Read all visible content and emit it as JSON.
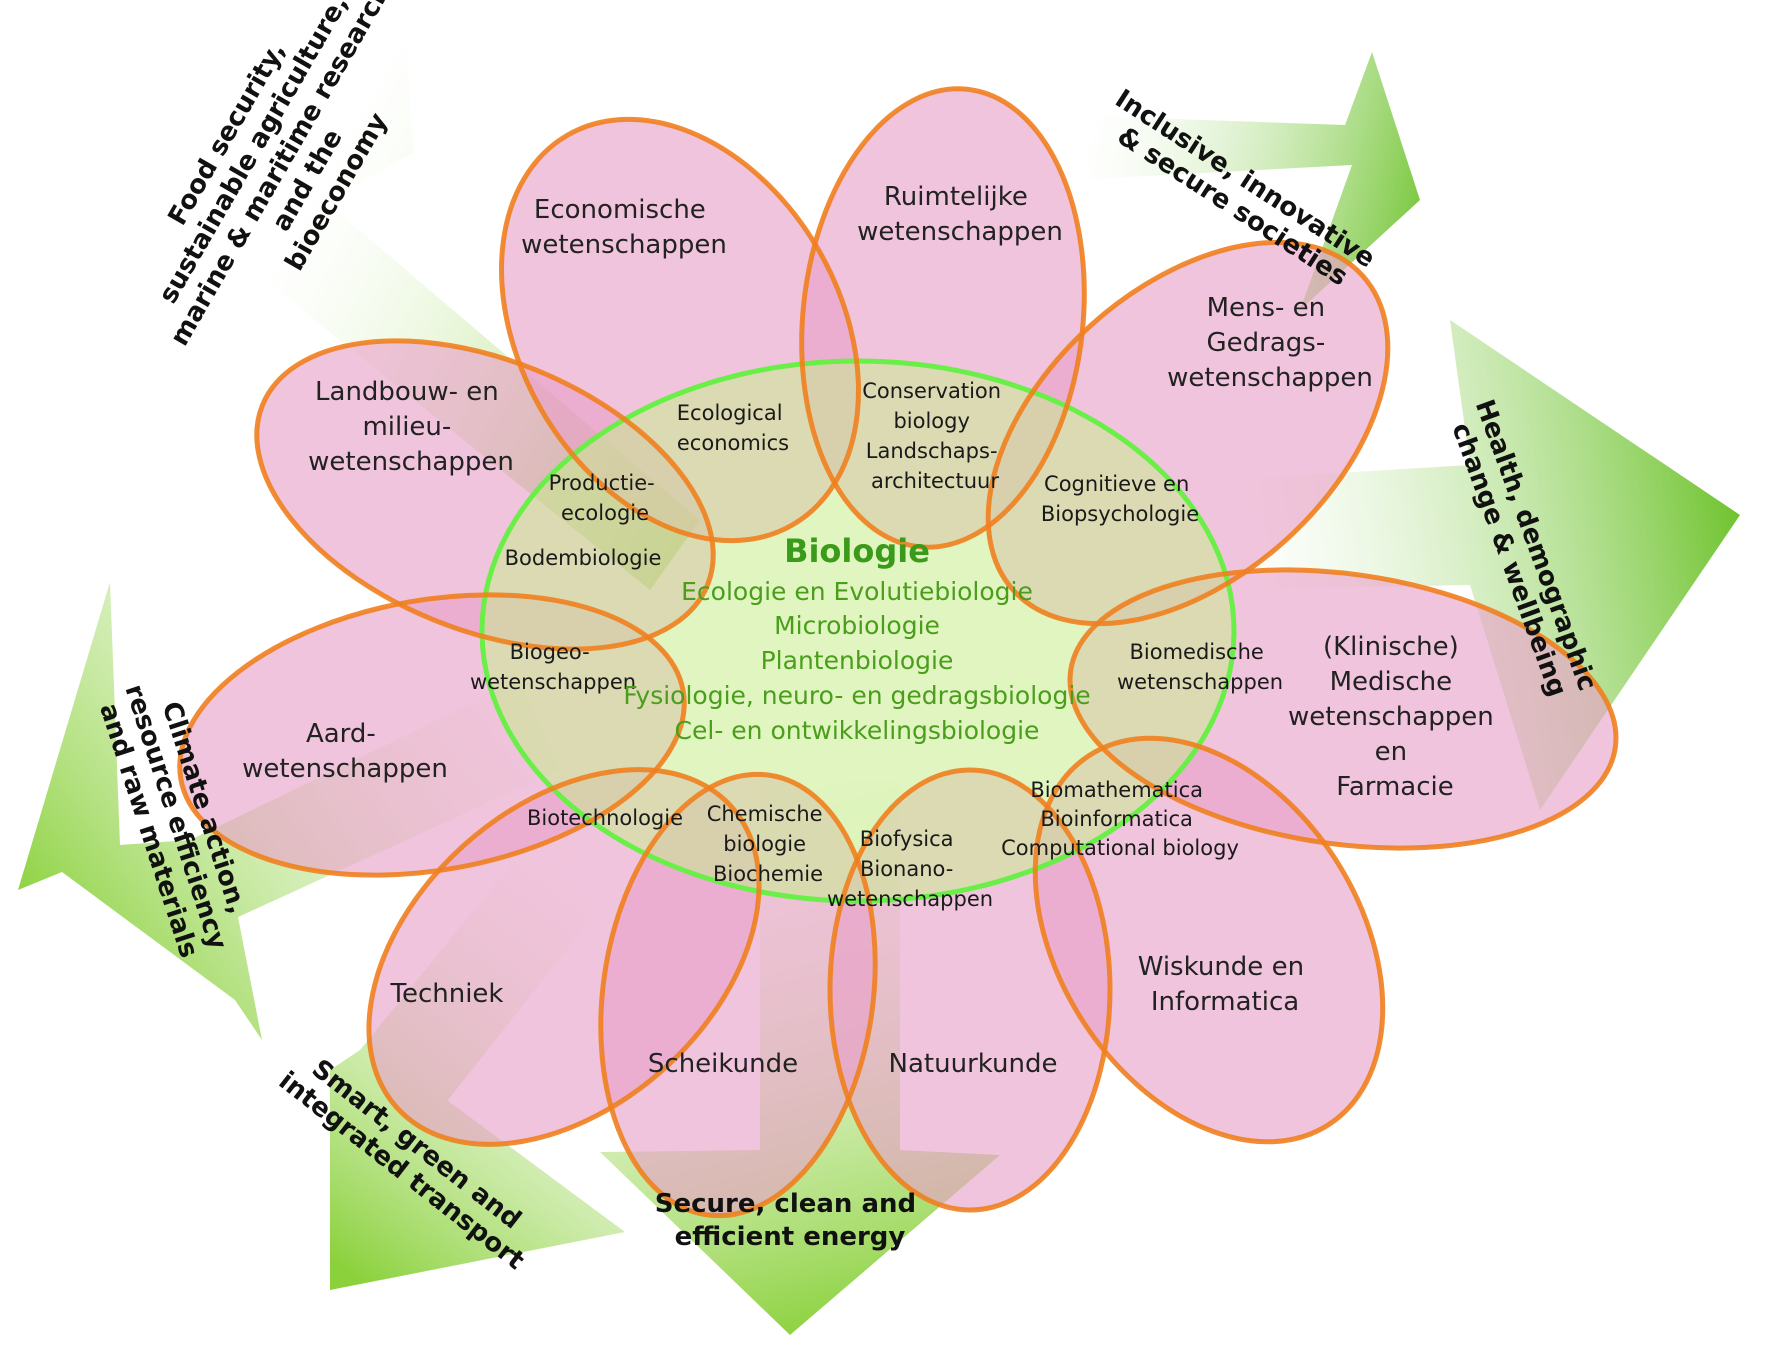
{
  "center": {
    "title": "Biologie",
    "lines": [
      "Ecologie en Evolutiebiologie",
      "Microbiologie",
      "Plantenbiologie",
      "Fysiologie, neuro- en gedragsbiologie",
      "Cel- en ontwikkelingsbiologie"
    ]
  },
  "petals": [
    {
      "id": "economisch",
      "lines": [
        "Economische",
        "wetenschappen"
      ]
    },
    {
      "id": "ruimtelijk",
      "lines": [
        "Ruimtelijke",
        "wetenschappen"
      ]
    },
    {
      "id": "mens",
      "lines": [
        "Mens- en",
        "Gedrags-",
        "wetenschappen"
      ]
    },
    {
      "id": "medisch",
      "lines": [
        "(Klinische)",
        "Medische",
        "wetenschappen",
        "en",
        "Farmacie"
      ]
    },
    {
      "id": "wiskunde",
      "lines": [
        "Wiskunde en",
        "Informatica"
      ]
    },
    {
      "id": "natuurkunde",
      "lines": [
        "Natuurkunde"
      ]
    },
    {
      "id": "scheikunde",
      "lines": [
        "Scheikunde"
      ]
    },
    {
      "id": "techniek",
      "lines": [
        "Techniek"
      ]
    },
    {
      "id": "aard",
      "lines": [
        "Aard-",
        "wetenschappen"
      ]
    },
    {
      "id": "landbouw",
      "lines": [
        "Landbouw- en",
        "milieu-",
        "wetenschappen"
      ]
    }
  ],
  "overlaps": [
    {
      "id": "ecological-economics",
      "lines": [
        "Ecological",
        "economics"
      ]
    },
    {
      "id": "conservation",
      "lines": [
        "Conservation",
        "biology",
        "Landschaps-",
        "architectuur"
      ]
    },
    {
      "id": "cognitieve",
      "lines": [
        "Cognitieve en",
        "Biopsychologie"
      ]
    },
    {
      "id": "productie",
      "lines": [
        "Productie-",
        "ecologie"
      ]
    },
    {
      "id": "bodembiologie",
      "lines": [
        "Bodembiologie"
      ]
    },
    {
      "id": "biogeo",
      "lines": [
        "Biogeo-",
        "wetenschappen"
      ]
    },
    {
      "id": "biomedische",
      "lines": [
        "Biomedische",
        "wetenschappen"
      ]
    },
    {
      "id": "biotechnologie",
      "lines": [
        "Biotechnologie"
      ]
    },
    {
      "id": "chemische",
      "lines": [
        "Chemische",
        "biologie",
        "Biochemie"
      ]
    },
    {
      "id": "biofysica",
      "lines": [
        "Biofysica",
        "Bionano-",
        "wetenschappen"
      ]
    },
    {
      "id": "biomathematica",
      "lines": [
        "Biomathematica",
        "Bioinformatica",
        "Computational biology"
      ]
    }
  ],
  "challenges": [
    {
      "id": "food",
      "lines": [
        "Food security,",
        "sustainable agriculture,",
        "marine & maritime research",
        "and the",
        "bioeconomy"
      ]
    },
    {
      "id": "inclusive",
      "lines": [
        "Inclusive, innovative",
        "& secure societies"
      ]
    },
    {
      "id": "health",
      "lines": [
        "Health, demographic",
        "change & wellbeing"
      ]
    },
    {
      "id": "energy",
      "lines": [
        "Secure, clean and",
        "efficient energy"
      ]
    },
    {
      "id": "transport",
      "lines": [
        "Smart, green and",
        "integrated transport"
      ]
    },
    {
      "id": "climate",
      "lines": [
        "Climate action,",
        "resource efficiency",
        "and raw materials"
      ]
    }
  ],
  "colors": {
    "petal_fill": "#e8a0c8",
    "petal_stroke": "#f07f1e",
    "center_stroke": "#66ee44",
    "center_fill": "#ccee99",
    "arrow_green": "#77cc33",
    "center_text": "#4a9e1c"
  }
}
